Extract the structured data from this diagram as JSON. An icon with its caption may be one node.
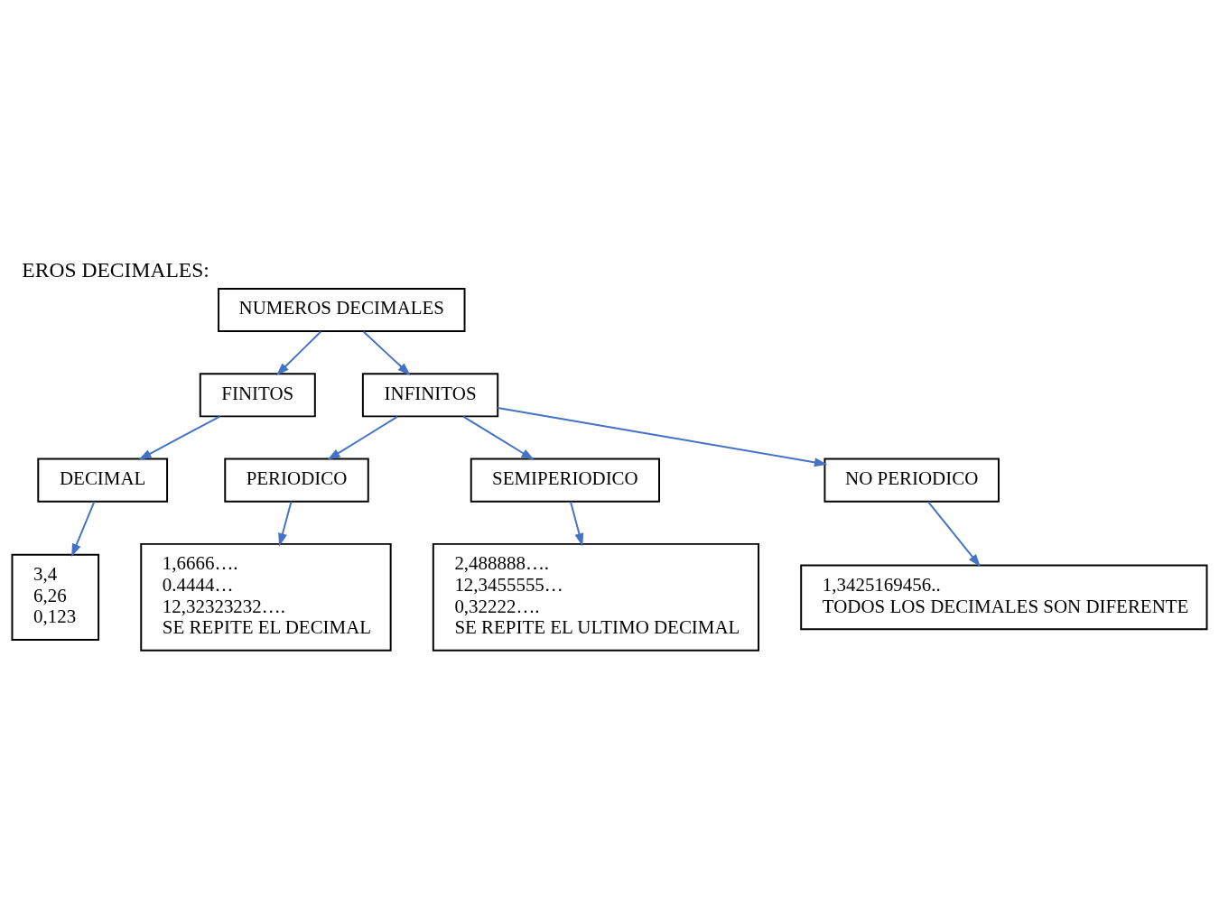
{
  "diagram": {
    "title": "EROS DECIMALES:",
    "nodes": [
      {
        "text": [
          "NUMEROS DECIMALES"
        ]
      },
      {
        "text": [
          "FINITOS"
        ]
      },
      {
        "text": [
          "INFINITOS"
        ]
      },
      {
        "text": [
          "DECIMAL"
        ]
      },
      {
        "text": [
          "3,4",
          "6,26",
          "0,123"
        ]
      },
      {
        "text": [
          "PERIODICO"
        ]
      },
      {
        "text": [
          "SEMIPERIODICO"
        ]
      },
      {
        "text": [
          "NO PERIODICO"
        ]
      },
      {
        "text": [
          "1,6666….",
          "0.4444…",
          "12,32323232….",
          "SE REPITE EL DECIMAL"
        ]
      },
      {
        "text": [
          "2,488888….",
          "12,3455555…",
          "0,32222….",
          "SE REPITE EL ULTIMO DECIMAL"
        ]
      },
      {
        "text": [
          "1,3425169456..",
          "TODOS LOS DECIMALES SON DIFERENTE"
        ]
      }
    ],
    "edges": [
      {
        "from": 0,
        "to": 1,
        "arrow": "to"
      },
      {
        "from": 0,
        "to": 2,
        "arrow": "to"
      },
      {
        "from": 1,
        "to": 3,
        "arrow": "to"
      },
      {
        "from": 3,
        "to": 4,
        "arrow": "to"
      },
      {
        "from": 2,
        "to": 5,
        "arrow": "to"
      },
      {
        "from": 2,
        "to": 6,
        "arrow": "to"
      },
      {
        "from": 2,
        "to": 7,
        "arrow": "to"
      },
      {
        "from": 5,
        "to": 8,
        "arrow": "to"
      },
      {
        "from": 6,
        "to": 9,
        "arrow": "to"
      },
      {
        "from": 7,
        "to": 10,
        "arrow": "to"
      }
    ]
  }
}
